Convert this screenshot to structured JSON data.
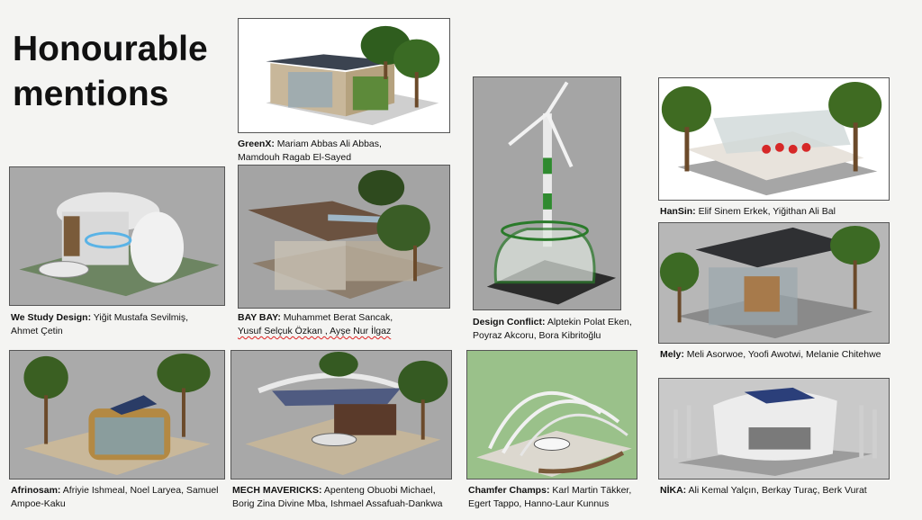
{
  "title_line1": "Honourable",
  "title_line2": "mentions",
  "entries": [
    {
      "team": "GreenX:",
      "members_l1": " Mariam Abbas Ali Abbas,",
      "members_l2": "Mamdouh Ragab El-Sayed"
    },
    {
      "team": "We Study Design:",
      "members_l1": " Yiğit Mustafa Sevilmiş,",
      "members_l2": "Ahmet Çetin"
    },
    {
      "team": "BAY BAY:",
      "members_l1": " Muhammet Berat Sancak,",
      "members_l2": "Yusuf Selçuk Özkan , Ayşe Nur İlgaz"
    },
    {
      "team": "Design Conflict:",
      "members_l1": " Alptekin Polat Eken,",
      "members_l2": "Poyraz Akcoru, Bora Kibritoğlu"
    },
    {
      "team": "HanSin:",
      "members_l1": " Elif Sinem Erkek, Yiğithan Ali Bal",
      "members_l2": ""
    },
    {
      "team": "Mely:",
      "members_l1": " Meli Asorwoe, Yoofi Awotwi, Melanie Chitehwe",
      "members_l2": ""
    },
    {
      "team": "Afrinosam:",
      "members_l1": " Afriyie Ishmeal, Noel Laryea, Samuel",
      "members_l2": "Ampoe-Kaku"
    },
    {
      "team": "MECH MAVERICKS:",
      "members_l1": " Apenteng Obuobi Michael,",
      "members_l2": "Borig Zina Divine Mba, Ishmael Assafuah-Dankwa"
    },
    {
      "team": "Chamfer Champs:",
      "members_l1": " Karl Martin Täkker,",
      "members_l2": "Egert Tappo, Hanno-Laur Kunnus"
    },
    {
      "team": "NİKA:",
      "members_l1": " Ali Kemal Yalçın, Berkay Turaç, Berk Vurat",
      "members_l2": ""
    }
  ]
}
